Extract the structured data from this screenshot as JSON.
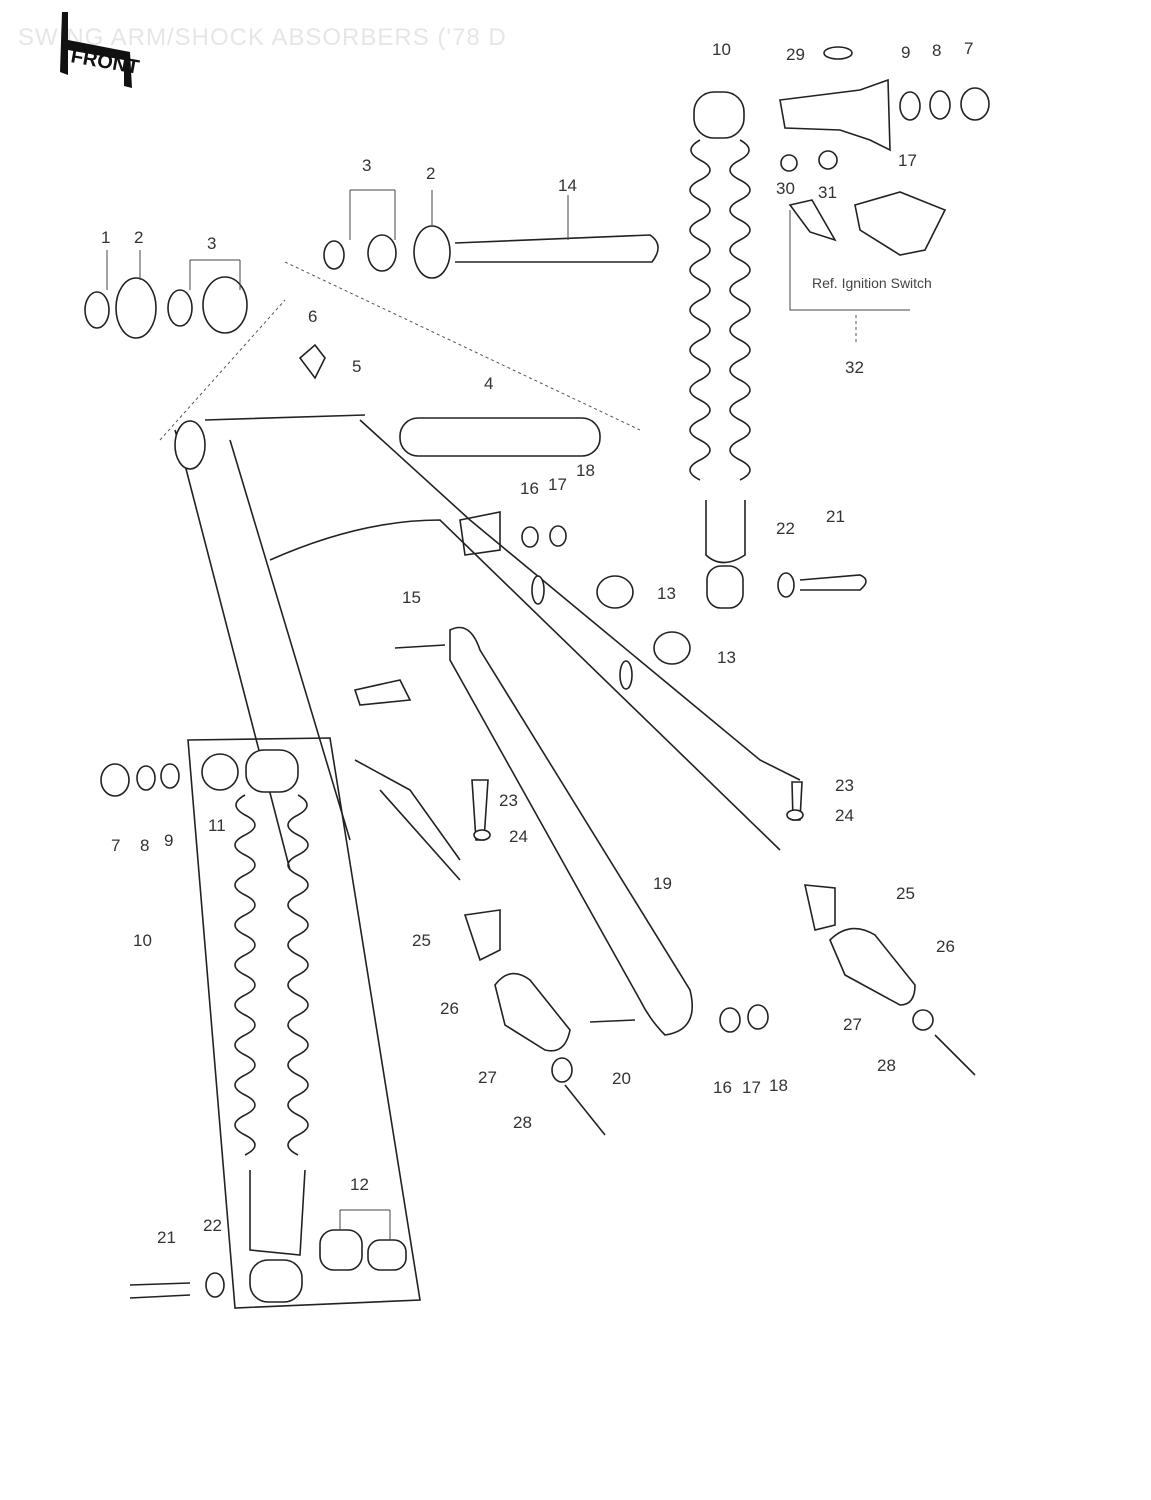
{
  "title": "SWING ARM/SHOCK ABSORBERS ('78 D",
  "front_badge": "FRONT",
  "ref_note": "Ref. Ignition Switch",
  "callouts": {
    "c10a": "10",
    "c29": "29",
    "c9a": "9",
    "c8a": "8",
    "c7a": "7",
    "c17a": "17",
    "c30": "30",
    "c31": "31",
    "c32": "32",
    "c3a": "3",
    "c2a": "2",
    "c14": "14",
    "c1": "1",
    "c2b": "2",
    "c3b": "3",
    "c6": "6",
    "c5": "5",
    "c4": "4",
    "c16a": "16",
    "c17b": "17",
    "c18a": "18",
    "c22a": "22",
    "c21a": "21",
    "c13a": "13",
    "c13b": "13",
    "c15": "15",
    "c23a": "23",
    "c24a": "24",
    "c23b": "23",
    "c24b": "24",
    "c7b": "7",
    "c8b": "8",
    "c9b": "9",
    "c11": "11",
    "c10b": "10",
    "c19": "19",
    "c25a": "25",
    "c25b": "25",
    "c26a": "26",
    "c26b": "26",
    "c27a": "27",
    "c28a": "28",
    "c27b": "27",
    "c20": "20",
    "c16b": "16",
    "c17c": "17",
    "c18b": "18",
    "c28b": "28",
    "c12": "12",
    "c21b": "21",
    "c22b": "22"
  }
}
